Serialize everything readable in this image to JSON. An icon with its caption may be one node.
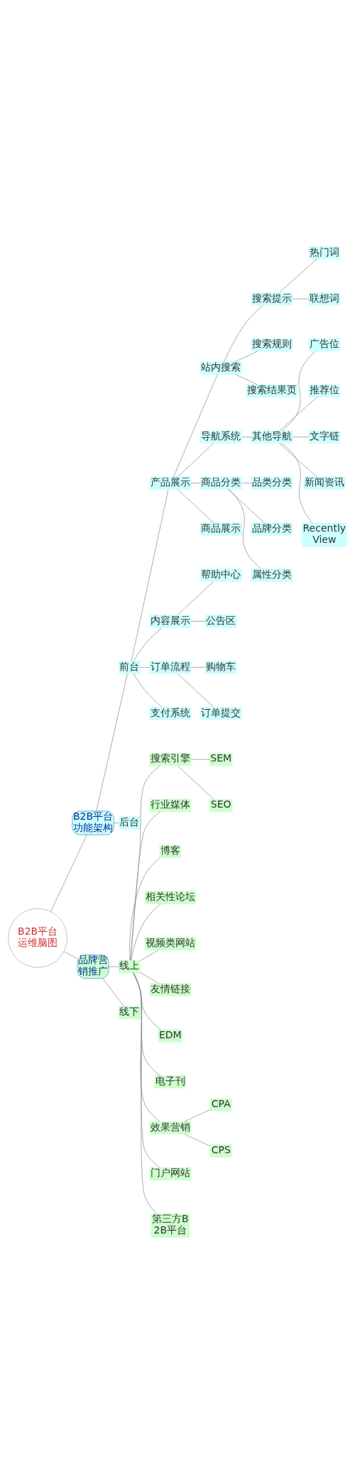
{
  "diagram": {
    "nodes": [
      {
        "text": [
          "B2B平台运维脑图"
        ]
      },
      {
        "text": [
          "B2B平台功能架构"
        ]
      },
      {
        "text": [
          "品牌营销推广"
        ]
      },
      {
        "text": [
          "前台"
        ]
      },
      {
        "text": [
          "后台"
        ]
      },
      {
        "text": [
          "产品展示"
        ]
      },
      {
        "text": [
          "站内搜索"
        ]
      },
      {
        "text": [
          "搜索提示"
        ]
      },
      {
        "text": [
          "热门词"
        ]
      },
      {
        "text": [
          "联想词"
        ]
      },
      {
        "text": [
          "搜索规则"
        ]
      },
      {
        "text": [
          "搜索结果页"
        ]
      },
      {
        "text": [
          "导航系统"
        ]
      },
      {
        "text": [
          "其他导航"
        ]
      },
      {
        "text": [
          "广告位"
        ]
      },
      {
        "text": [
          "推荐位"
        ]
      },
      {
        "text": [
          "文字链"
        ]
      },
      {
        "text": [
          "新闻资讯"
        ]
      },
      {
        "text": [
          "Recently View"
        ]
      },
      {
        "text": [
          "商品分类"
        ]
      },
      {
        "text": [
          "品类分类"
        ]
      },
      {
        "text": [
          "品牌分类"
        ]
      },
      {
        "text": [
          "属性分类"
        ]
      },
      {
        "text": [
          "商品展示"
        ]
      },
      {
        "text": [
          "内容展示"
        ]
      },
      {
        "text": [
          "帮助中心"
        ]
      },
      {
        "text": [
          "公告区"
        ]
      },
      {
        "text": [
          "订单流程"
        ]
      },
      {
        "text": [
          "购物车"
        ]
      },
      {
        "text": [
          "订单提交"
        ]
      },
      {
        "text": [
          "支付系统"
        ]
      },
      {
        "text": [
          "线上"
        ]
      },
      {
        "text": [
          "线下"
        ]
      },
      {
        "text": [
          "搜索引擎"
        ]
      },
      {
        "text": [
          "SEM"
        ]
      },
      {
        "text": [
          "SEO"
        ]
      },
      {
        "text": [
          "行业媒体"
        ]
      },
      {
        "text": [
          "博客"
        ]
      },
      {
        "text": [
          "相关性论坛"
        ]
      },
      {
        "text": [
          "视频类网站"
        ]
      },
      {
        "text": [
          "友情链接"
        ]
      },
      {
        "text": [
          "EDM"
        ]
      },
      {
        "text": [
          "电子刊"
        ]
      },
      {
        "text": [
          "效果营销"
        ]
      },
      {
        "text": [
          "CPA"
        ]
      },
      {
        "text": [
          "CPS"
        ]
      },
      {
        "text": [
          "门户网站"
        ]
      },
      {
        "text": [
          "第三方B2B平台"
        ]
      }
    ],
    "edges": [
      {
        "from": 0,
        "to": 1,
        "arrow": "none"
      },
      {
        "from": 0,
        "to": 2,
        "arrow": "none"
      },
      {
        "from": 1,
        "to": 3,
        "arrow": "none"
      },
      {
        "from": 1,
        "to": 4,
        "arrow": "none"
      },
      {
        "from": 3,
        "to": 5,
        "arrow": "none"
      },
      {
        "from": 5,
        "to": 6,
        "arrow": "none"
      },
      {
        "from": 6,
        "to": 7,
        "arrow": "none"
      },
      {
        "from": 7,
        "to": 8,
        "arrow": "none"
      },
      {
        "from": 7,
        "to": 9,
        "arrow": "none"
      },
      {
        "from": 6,
        "to": 10,
        "arrow": "none"
      },
      {
        "from": 6,
        "to": 11,
        "arrow": "none"
      },
      {
        "from": 5,
        "to": 12,
        "arrow": "none"
      },
      {
        "from": 12,
        "to": 13,
        "arrow": "none"
      },
      {
        "from": 13,
        "to": 14,
        "arrow": "none"
      },
      {
        "from": 13,
        "to": 15,
        "arrow": "none"
      },
      {
        "from": 13,
        "to": 16,
        "arrow": "none"
      },
      {
        "from": 13,
        "to": 17,
        "arrow": "none"
      },
      {
        "from": 13,
        "to": 18,
        "arrow": "none"
      },
      {
        "from": 5,
        "to": 19,
        "arrow": "none"
      },
      {
        "from": 19,
        "to": 20,
        "arrow": "none"
      },
      {
        "from": 19,
        "to": 21,
        "arrow": "none"
      },
      {
        "from": 19,
        "to": 22,
        "arrow": "none"
      },
      {
        "from": 5,
        "to": 23,
        "arrow": "none"
      },
      {
        "from": 3,
        "to": 24,
        "arrow": "none"
      },
      {
        "from": 24,
        "to": 25,
        "arrow": "none"
      },
      {
        "from": 24,
        "to": 26,
        "arrow": "none"
      },
      {
        "from": 3,
        "to": 27,
        "arrow": "none"
      },
      {
        "from": 27,
        "to": 28,
        "arrow": "none"
      },
      {
        "from": 27,
        "to": 29,
        "arrow": "none"
      },
      {
        "from": 3,
        "to": 30,
        "arrow": "none"
      },
      {
        "from": 2,
        "to": 31,
        "arrow": "none"
      },
      {
        "from": 2,
        "to": 32,
        "arrow": "none"
      },
      {
        "from": 31,
        "to": 33,
        "arrow": "none"
      },
      {
        "from": 33,
        "to": 34,
        "arrow": "none"
      },
      {
        "from": 33,
        "to": 35,
        "arrow": "none"
      },
      {
        "from": 31,
        "to": 36,
        "arrow": "none"
      },
      {
        "from": 31,
        "to": 37,
        "arrow": "none"
      },
      {
        "from": 31,
        "to": 38,
        "arrow": "none"
      },
      {
        "from": 31,
        "to": 39,
        "arrow": "none"
      },
      {
        "from": 31,
        "to": 40,
        "arrow": "none"
      },
      {
        "from": 31,
        "to": 41,
        "arrow": "none"
      },
      {
        "from": 31,
        "to": 42,
        "arrow": "none"
      },
      {
        "from": 31,
        "to": 43,
        "arrow": "none"
      },
      {
        "from": 43,
        "to": 44,
        "arrow": "none"
      },
      {
        "from": 43,
        "to": 45,
        "arrow": "none"
      },
      {
        "from": 31,
        "to": 46,
        "arrow": "none"
      },
      {
        "from": 31,
        "to": 47,
        "arrow": "none"
      }
    ]
  }
}
